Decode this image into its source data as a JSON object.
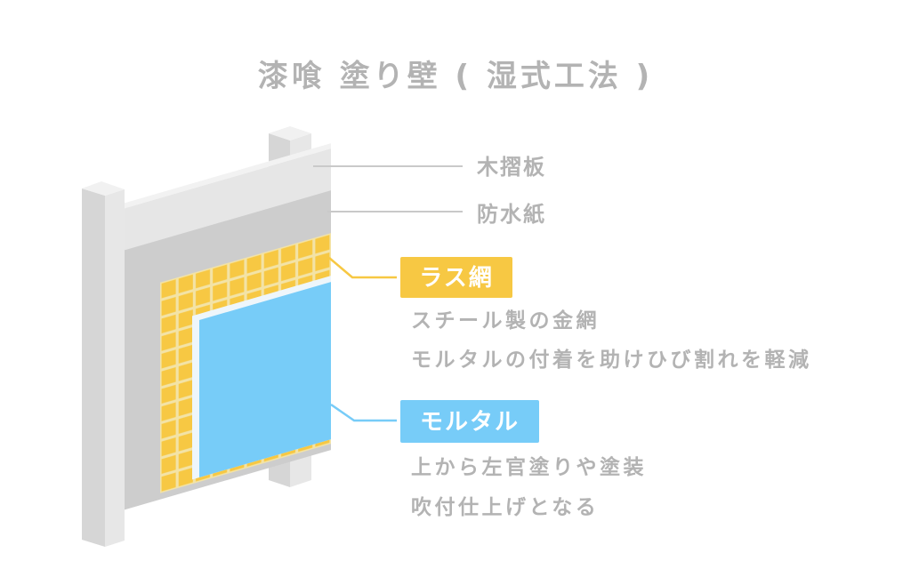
{
  "title": "漆喰 塗り壁 ( 湿式工法 )",
  "layers": {
    "board": {
      "label": "木摺板"
    },
    "paper": {
      "label": "防水紙"
    },
    "lath": {
      "label": "ラス網",
      "description": [
        "スチール製の金網",
        "モルタルの付着を助けひび割れを軽減"
      ]
    },
    "mortar": {
      "label": "モルタル",
      "description": [
        "上から左官塗りや塗装",
        "吹付仕上げとなる"
      ]
    }
  },
  "colors": {
    "text": "#b3b3b3",
    "leader_gray": "#c9c9c9",
    "board": "#e6e6e6",
    "paper": "#cdcdcd",
    "lath": "#f7c843",
    "lath_grid": "#f3e3a6",
    "mortar": "#77ccf8",
    "mortar_edge": "#eef6fb",
    "post_top": "#f1f1f1",
    "post_left": "#d6d6d6",
    "post_right": "#e7e7e7"
  }
}
